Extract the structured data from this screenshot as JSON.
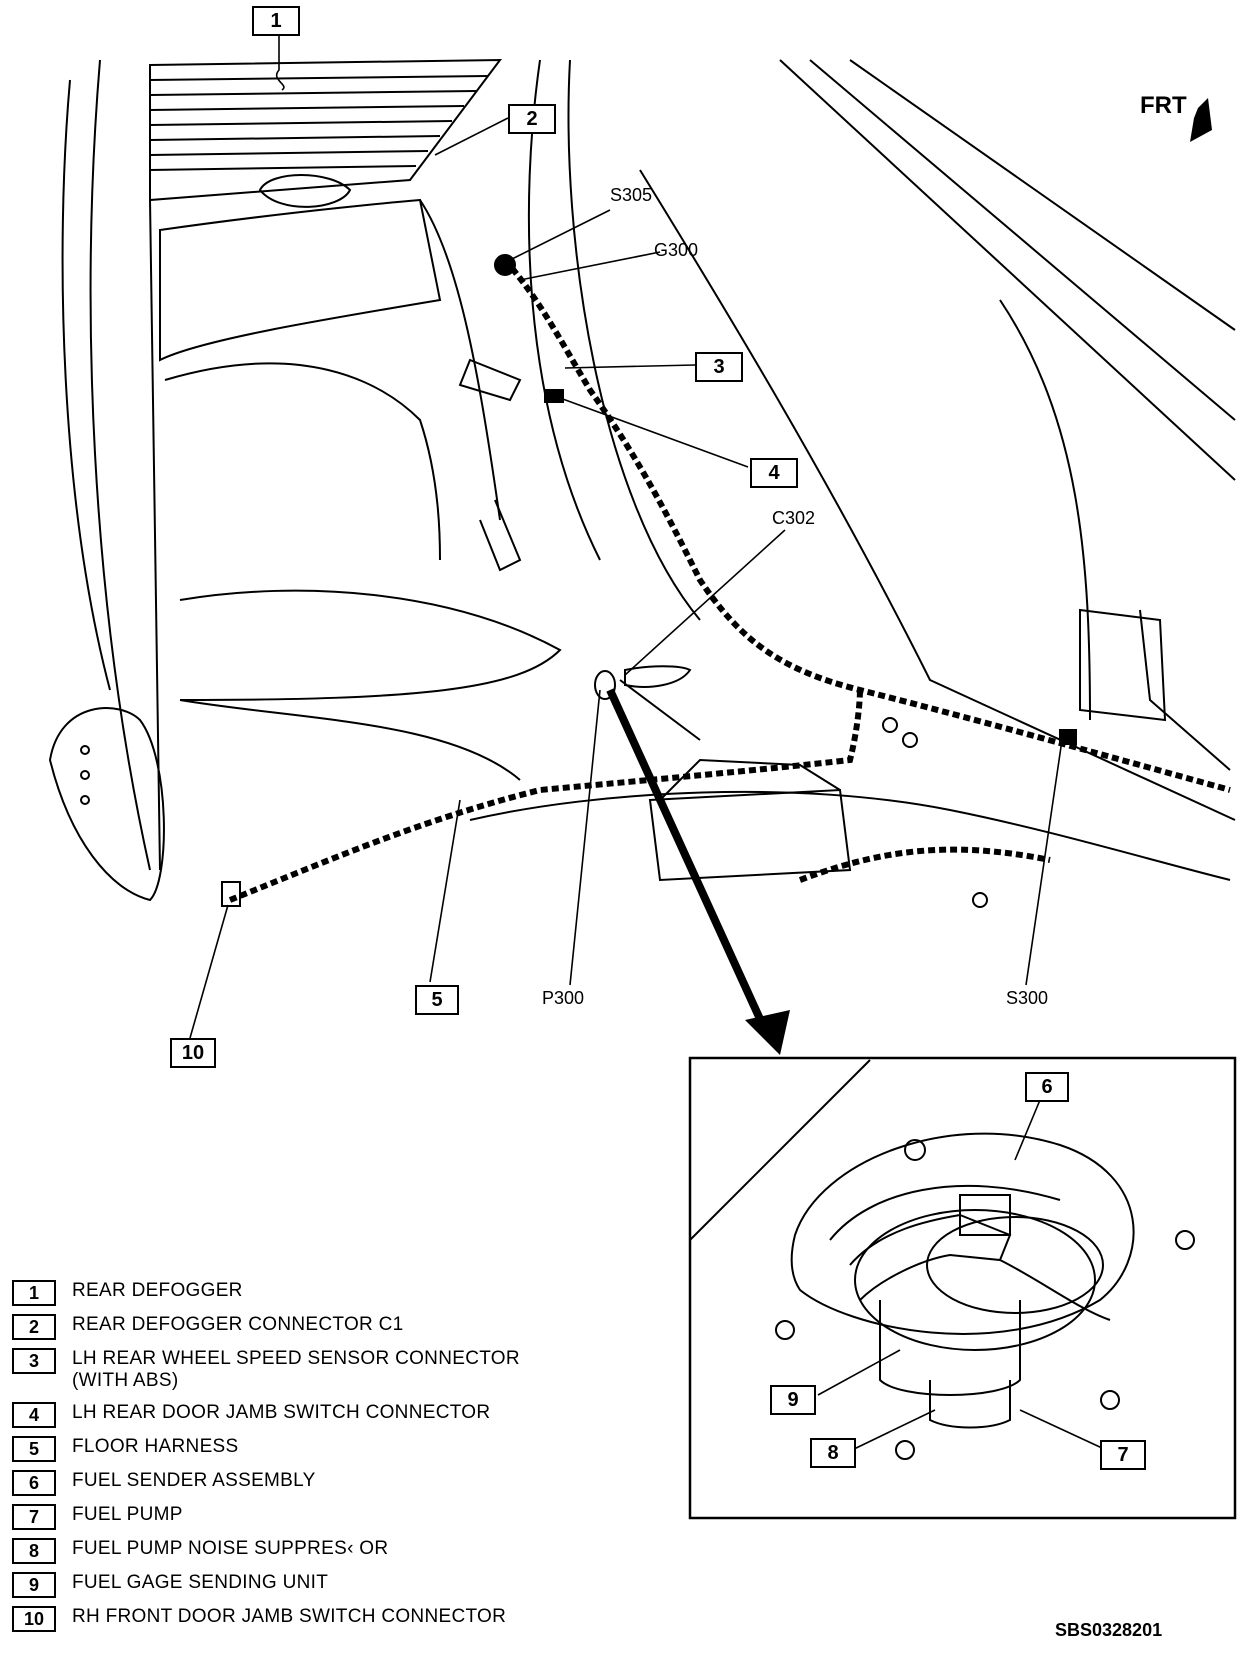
{
  "orientation_label": "FRT",
  "figure_code": "SBS0328201",
  "location_tags": {
    "s305": "S305",
    "g300": "G300",
    "c302": "C302",
    "p300": "P300",
    "s300": "S300"
  },
  "callouts": [
    "1",
    "2",
    "3",
    "4",
    "5",
    "6",
    "7",
    "8",
    "9",
    "10"
  ],
  "legend": [
    {
      "num": "1",
      "text": "REAR DEFOGGER"
    },
    {
      "num": "2",
      "text": "REAR DEFOGGER CONNECTOR C1"
    },
    {
      "num": "3",
      "text": "LH REAR WHEEL SPEED SENSOR CONNECTOR",
      "text2": "(WITH ABS)"
    },
    {
      "num": "4",
      "text": "LH REAR DOOR JAMB SWITCH CONNECTOR"
    },
    {
      "num": "5",
      "text": "FLOOR HARNESS"
    },
    {
      "num": "6",
      "text": "FUEL SENDER ASSEMBLY"
    },
    {
      "num": "7",
      "text": "FUEL PUMP"
    },
    {
      "num": "8",
      "text": "FUEL PUMP NOISE SUPPRES‹ OR"
    },
    {
      "num": "9",
      "text": "FUEL GAGE SENDING UNIT"
    },
    {
      "num": "10",
      "text": "RH FRONT DOOR JAMB SWITCH CONNECTOR"
    }
  ]
}
